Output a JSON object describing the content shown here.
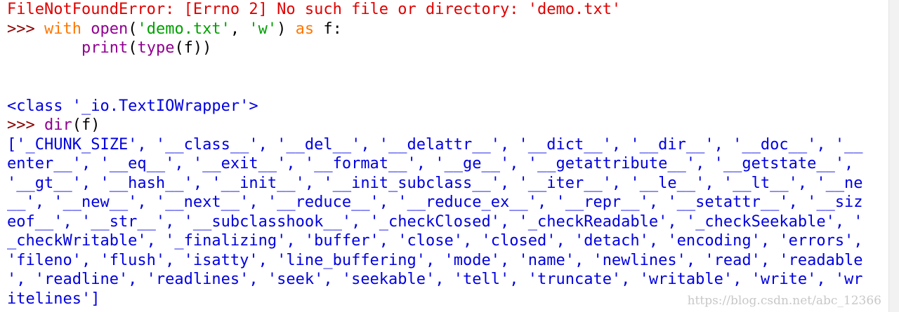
{
  "error_line": "FileNotFoundError: [Errno 2] No such file or directory: 'demo.txt'",
  "prompt": ">>>",
  "cmd1": {
    "kw_with": "with",
    "open": "open",
    "p1": "(",
    "arg1": "'demo.txt'",
    "comma": ", ",
    "arg2": "'w'",
    "p2": ") ",
    "kw_as": "as",
    "rest": " f:"
  },
  "cmd1_body": {
    "indent": "        ",
    "print": "print",
    "p1": "(",
    "type": "type",
    "rest": "(f))"
  },
  "output1": "<class '_io.TextIOWrapper'>",
  "cmd2": {
    "dir": "dir",
    "rest": "(f)"
  },
  "output2": [
    "['_CHUNK_SIZE', '__class__', '__del__', '__delattr__', '__dict__', '__dir__', '__doc__', '__",
    "enter__', '__eq__', '__exit__', '__format__', '__ge__', '__getattribute__', '__getstate__',",
    "'__gt__', '__hash__', '__init__', '__init_subclass__', '__iter__', '__le__', '__lt__', '__ne",
    "__', '__new__', '__next__', '__reduce__', '__reduce_ex__', '__repr__', '__setattr__', '__siz",
    "eof__', '__str__', '__subclasshook__', '_checkClosed', '_checkReadable', '_checkSeekable', '",
    "_checkWritable', '_finalizing', 'buffer', 'close', 'closed', 'detach', 'encoding', 'errors',",
    "'fileno', 'flush', 'isatty', 'line_buffering', 'mode', 'name', 'newlines', 'read', 'readable",
    "', 'readline', 'readlines', 'seek', 'seekable', 'tell', 'truncate', 'writable', 'write', 'wr",
    "itelines']"
  ],
  "watermark": "https://blog.csdn.net/abc_12366"
}
